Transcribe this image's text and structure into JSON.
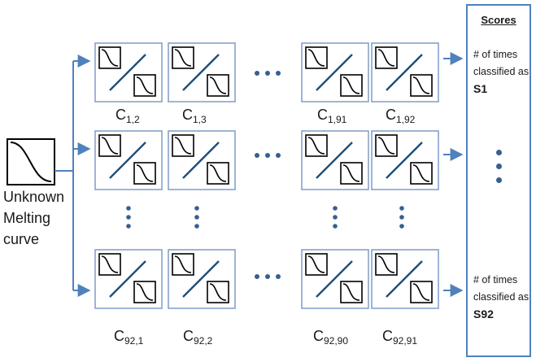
{
  "input": {
    "lines": [
      "Unknown",
      "Melting",
      "curve"
    ]
  },
  "classifier_labels": {
    "row1": [
      {
        "main": "C",
        "sub": "1,2"
      },
      {
        "main": "C",
        "sub": "1,3"
      },
      {
        "main": "C",
        "sub": "1,91"
      },
      {
        "main": "C",
        "sub": "1,92"
      }
    ],
    "row3": [
      {
        "main": "C",
        "sub": "92,1"
      },
      {
        "main": "C",
        "sub": "92,2"
      },
      {
        "main": "C",
        "sub": "92,90"
      },
      {
        "main": "C",
        "sub": "92,91"
      }
    ]
  },
  "scores": {
    "title": "Scores",
    "top": {
      "text": "# of times classified as",
      "label": "S1"
    },
    "bottom": {
      "text": "# of times classified as",
      "label": "S92"
    }
  },
  "colors": {
    "arrow": "#4f81bd",
    "box_border": "#7f9cc7",
    "diagonal": "#1f4e79",
    "dot": "#365f91"
  }
}
